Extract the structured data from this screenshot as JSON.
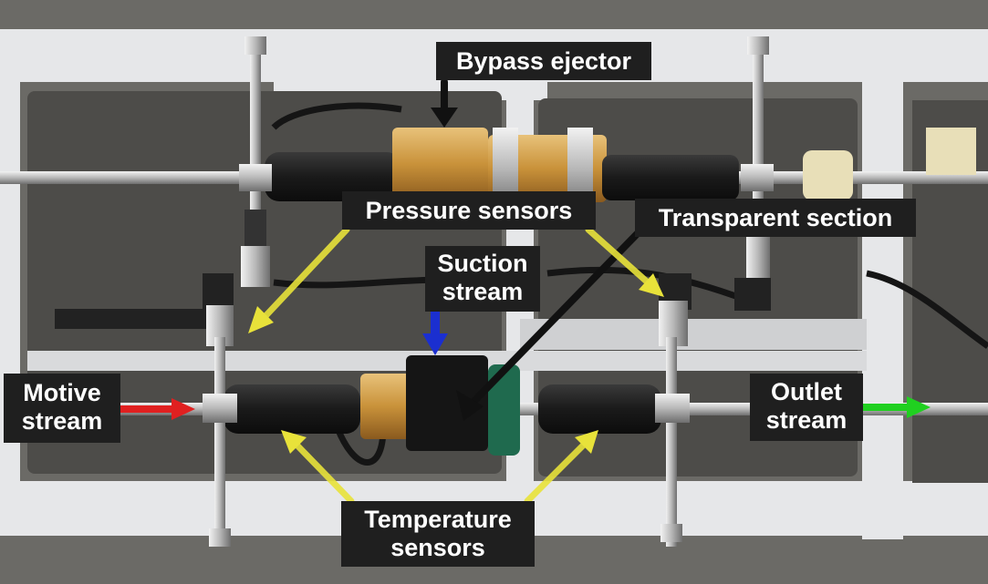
{
  "labels": {
    "bypass_ejector": "Bypass ejector",
    "pressure_sensors": "Pressure sensors",
    "transparent_section": "Transparent section",
    "suction_line1": "Suction",
    "suction_line2": "stream",
    "motive_line1": "Motive",
    "motive_line2": "stream",
    "outlet_line1": "Outlet",
    "outlet_line2": "stream",
    "temperature_line1": "Temperature",
    "temperature_line2": "sensors"
  },
  "colors": {
    "label_bg": "#1f1f1f",
    "label_text": "#ffffff",
    "pointer_yellow": "#e8e23a",
    "motive_arrow": "#e02020",
    "outlet_arrow": "#20d020",
    "suction_arrow": "#1b2fd0",
    "pointer_black": "#111111"
  }
}
